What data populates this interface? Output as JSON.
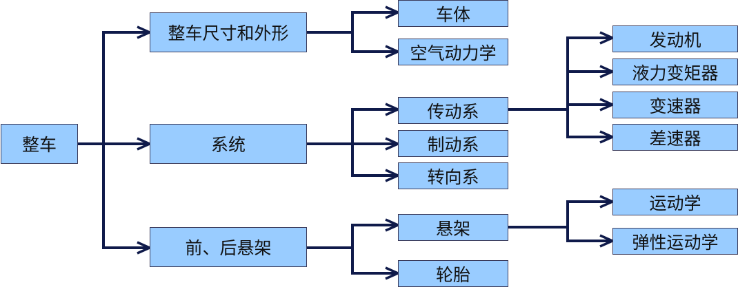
{
  "colors": {
    "node_fill": "#99ccff",
    "node_border": "#3a3a5a",
    "connector": "#0f1a4a"
  },
  "root": {
    "label": "整车"
  },
  "level1": [
    {
      "label": "整车尺寸和外形",
      "children": [
        {
          "label": "车体"
        },
        {
          "label": "空气动力学"
        }
      ]
    },
    {
      "label": "系统",
      "children": [
        {
          "label": "传动系",
          "children": [
            {
              "label": "发动机"
            },
            {
              "label": "液力变矩器"
            },
            {
              "label": "变速器"
            },
            {
              "label": "差速器"
            }
          ]
        },
        {
          "label": "制动系"
        },
        {
          "label": "转向系"
        }
      ]
    },
    {
      "label": "前、后悬架",
      "children": [
        {
          "label": "悬架",
          "children": [
            {
              "label": "运动学"
            },
            {
              "label": "弹性运动学"
            }
          ]
        },
        {
          "label": "轮胎"
        }
      ]
    }
  ]
}
